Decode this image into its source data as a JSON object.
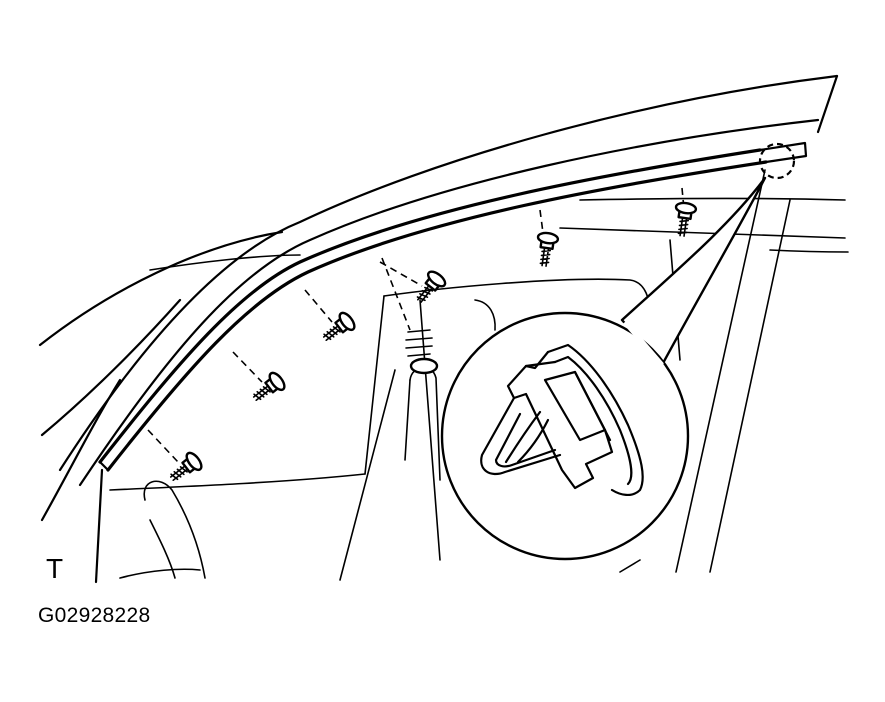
{
  "view_marker": "T",
  "figure_code": "G02928228",
  "illustration": {
    "subject": "roof-side-garnish-removal",
    "screw_count": 6,
    "clip_count": 1
  }
}
